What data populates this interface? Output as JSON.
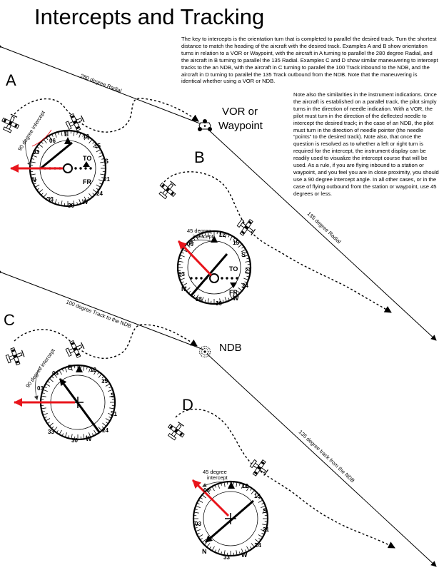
{
  "title": "Intercepts and Tracking",
  "para1": "The key to intercepts is the orientation turn that is completed to parallel the desired track.  Turn the shortest distance to match the heading of the aircraft with the desired track.  Examples A and B show orientation turns in relation to a VOR or Waypoint, with the aircraft in A turning to parallel the 280 degree Radial, and the aircraft in B turning to parallel the 135 Radial.  Examples C and D show similar maneuvering to intercept tracks to the an NDB, with the aircraft in C turning to parallel the 100 Track inbound to the NDB, and the aircraft in D turning to parallel the 135 Track outbound from the NDB.  Note that the maneuvering is identical whether using a VOR or NDB.",
  "para2": "Note also the similarities in the instrument indications.  Once the aircraft is established on a parallel track, the pilot simply turns in the direction of needle indication.  With a VOR, the pilot must turn in the direction of the deflected needle to intercept the desired track; in the case of an NDB, the pilot must turn in the direction of needle pointer (the needle “points” to the desired track).  Note also, that once the question is resolved as to whether a left or right turn is required for the intercept, the instrument display can be readily used to visualize the intercept course that will be used.  As a rule, if you are flying inbound to a station or waypoint, and you feel you are in close proximity, you should use a 90 degree intercept angle.  In all other cases, or in the case of flying outbound from the station or waypoint, use 45 degrees or less.",
  "labels": {
    "A": "A",
    "B": "B",
    "C": "C",
    "D": "D",
    "vor1": "VOR or",
    "vor2": "Waypoint",
    "ndb": "NDB",
    "radial280": "280 degree Radial",
    "radial135": "135 degree Radial",
    "track100": "100 degree Track to the NDB",
    "track135": "135 degree track from the NDB",
    "int90": "90 degree intercept",
    "int45a": "45 degree",
    "int45b": "intercept",
    "to": "TO",
    "fr": "FR"
  },
  "card": {
    "N": "N",
    "E": "E",
    "S": "S",
    "W": "W",
    "n03": "03",
    "n06": "06",
    "n12": "12",
    "n15": "15",
    "n21": "21",
    "n24": "24",
    "n30": "30",
    "n33": "33"
  },
  "colors": {
    "needle_red": "#e8141b",
    "ink": "#000000"
  }
}
